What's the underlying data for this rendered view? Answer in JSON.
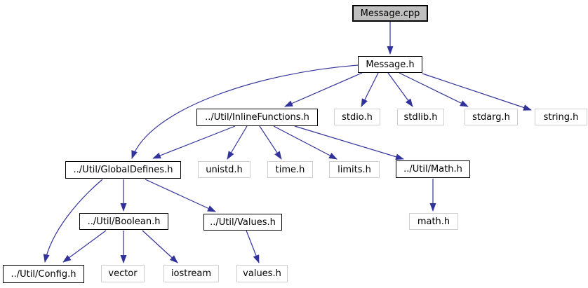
{
  "diagram": {
    "type": "include-dependency-graph",
    "colors": {
      "background": "#ffffff",
      "edge": "#32329b",
      "root_fill": "#bfbfbf",
      "root_border": "#000000",
      "internal_border": "#000000",
      "leaf_border": "#d0d0d0",
      "text": "#000000"
    },
    "nodes": {
      "message_cpp": {
        "label": "Message.cpp",
        "kind": "root"
      },
      "message_h": {
        "label": "Message.h",
        "kind": "internal"
      },
      "inline_functions_h": {
        "label": "../Util/InlineFunctions.h",
        "kind": "internal"
      },
      "stdio_h": {
        "label": "stdio.h",
        "kind": "leaf"
      },
      "stdlib_h": {
        "label": "stdlib.h",
        "kind": "leaf"
      },
      "stdarg_h": {
        "label": "stdarg.h",
        "kind": "leaf"
      },
      "string_h": {
        "label": "string.h",
        "kind": "leaf"
      },
      "global_defines_h": {
        "label": "../Util/GlobalDefines.h",
        "kind": "internal"
      },
      "unistd_h": {
        "label": "unistd.h",
        "kind": "leaf"
      },
      "time_h": {
        "label": "time.h",
        "kind": "leaf"
      },
      "limits_h": {
        "label": "limits.h",
        "kind": "leaf"
      },
      "util_math_h": {
        "label": "../Util/Math.h",
        "kind": "internal"
      },
      "boolean_h": {
        "label": "../Util/Boolean.h",
        "kind": "internal"
      },
      "util_values_h": {
        "label": "../Util/Values.h",
        "kind": "internal"
      },
      "math_h": {
        "label": "math.h",
        "kind": "leaf"
      },
      "config_h": {
        "label": "../Util/Config.h",
        "kind": "internal"
      },
      "vector": {
        "label": "vector",
        "kind": "leaf"
      },
      "iostream": {
        "label": "iostream",
        "kind": "leaf"
      },
      "values_h": {
        "label": "values.h",
        "kind": "leaf"
      }
    },
    "edges": [
      {
        "from": "Message.cpp",
        "to": "Message.h"
      },
      {
        "from": "Message.h",
        "to": "../Util/InlineFunctions.h"
      },
      {
        "from": "Message.h",
        "to": "stdio.h"
      },
      {
        "from": "Message.h",
        "to": "stdlib.h"
      },
      {
        "from": "Message.h",
        "to": "stdarg.h"
      },
      {
        "from": "Message.h",
        "to": "string.h"
      },
      {
        "from": "Message.h",
        "to": "../Util/GlobalDefines.h"
      },
      {
        "from": "../Util/InlineFunctions.h",
        "to": "../Util/GlobalDefines.h"
      },
      {
        "from": "../Util/InlineFunctions.h",
        "to": "unistd.h"
      },
      {
        "from": "../Util/InlineFunctions.h",
        "to": "time.h"
      },
      {
        "from": "../Util/InlineFunctions.h",
        "to": "limits.h"
      },
      {
        "from": "../Util/InlineFunctions.h",
        "to": "../Util/Math.h"
      },
      {
        "from": "../Util/GlobalDefines.h",
        "to": "../Util/Boolean.h"
      },
      {
        "from": "../Util/GlobalDefines.h",
        "to": "../Util/Values.h"
      },
      {
        "from": "../Util/GlobalDefines.h",
        "to": "../Util/Config.h"
      },
      {
        "from": "../Util/Boolean.h",
        "to": "../Util/Config.h"
      },
      {
        "from": "../Util/Boolean.h",
        "to": "vector"
      },
      {
        "from": "../Util/Boolean.h",
        "to": "iostream"
      },
      {
        "from": "../Util/Values.h",
        "to": "values.h"
      },
      {
        "from": "../Util/Math.h",
        "to": "math.h"
      }
    ]
  }
}
